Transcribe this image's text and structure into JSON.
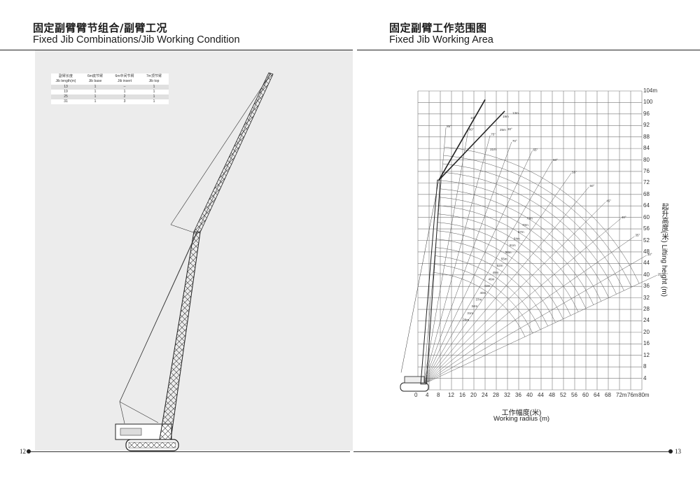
{
  "left_heading": {
    "cn": "固定副臂臂节组合/副臂工况",
    "en": "Fixed Jib Combinations/Jib Working Condition"
  },
  "right_heading": {
    "cn": "固定副臂工作范围图",
    "en": "Fixed Jib Working Area"
  },
  "jib_table": {
    "headers": [
      {
        "cn": "副臂长度",
        "en": "Jib length(m)"
      },
      {
        "cn": "6m底节臂",
        "en": "Jib base"
      },
      {
        "cn": "6m中间节臂",
        "en": "Jib insert"
      },
      {
        "cn": "7m顶节臂",
        "en": "Jib top"
      }
    ],
    "rows": [
      [
        "13",
        "1",
        "–",
        "1"
      ],
      [
        "19",
        "1",
        "1",
        "1"
      ],
      [
        "25",
        "1",
        "2",
        "1"
      ],
      [
        "31",
        "1",
        "3",
        "1"
      ]
    ]
  },
  "page_left": "12",
  "page_right": "13",
  "chart_data": {
    "type": "line",
    "title": "固定副臂工作范围图 Fixed Jib Working Area",
    "xlabel_cn": "工作幅度(米)",
    "xlabel": "Working radius (m)",
    "ylabel_cn": "起升高度(米)",
    "ylabel": "Lifting height (m)",
    "x_ticks": [
      "0",
      "4",
      "8",
      "12",
      "16",
      "20",
      "24",
      "28",
      "32",
      "36",
      "40",
      "44",
      "48",
      "52",
      "56",
      "60",
      "64",
      "68",
      "72m",
      "76m",
      "80m"
    ],
    "y_ticks": [
      "104m",
      "100",
      "96",
      "92",
      "88",
      "84",
      "80",
      "76",
      "72",
      "68",
      "64",
      "60",
      "56",
      "52",
      "48",
      "44",
      "40",
      "36",
      "32",
      "28",
      "24",
      "20",
      "16",
      "12",
      "8",
      "4"
    ],
    "xlim": [
      0,
      80
    ],
    "ylim": [
      0,
      104
    ],
    "grid": true,
    "boom_angle_labels": [
      "85°",
      "80°",
      "75°",
      "70°",
      "65°",
      "60°",
      "55°",
      "50°",
      "45°",
      "40°",
      "35°",
      "30°",
      "25°"
    ],
    "boom_angles_deg": [
      85,
      80,
      75,
      70,
      65,
      60,
      55,
      50,
      45,
      40,
      35,
      30,
      25
    ],
    "jib_angle_labels": [
      "10°",
      "30°"
    ],
    "main_boom_length_labels": [
      "73m",
      "70m",
      "67m",
      "64m",
      "61m",
      "58m",
      "55m",
      "52m",
      "49m",
      "46m",
      "43m",
      "40m",
      "37m",
      "34m",
      "31m",
      "28m"
    ],
    "main_boom_lengths": [
      73,
      70,
      67,
      64,
      61,
      58,
      55,
      52,
      49,
      46,
      43,
      40,
      37,
      34,
      31,
      28
    ],
    "jib_length_labels": [
      "31m",
      "25m",
      "19m",
      "13m"
    ]
  }
}
